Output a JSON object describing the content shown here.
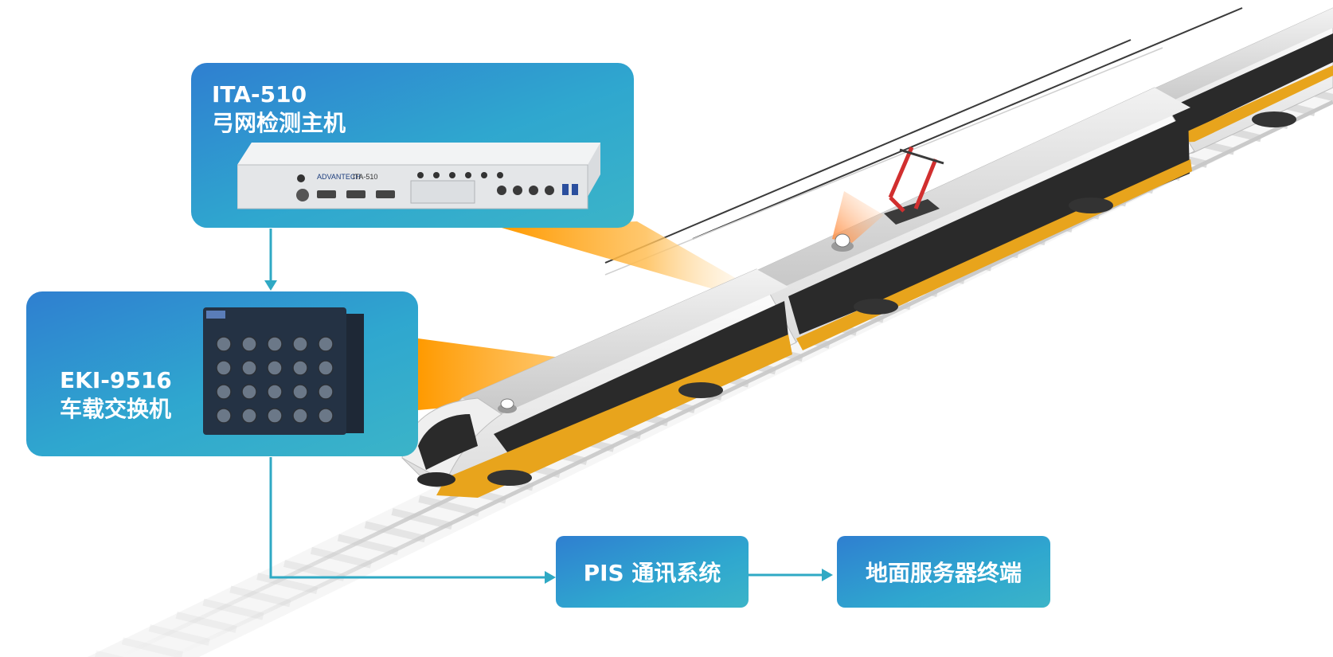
{
  "ita": {
    "model": "ITA-510",
    "name": "弓网检测主机",
    "brand": "ADVANTECH",
    "brand_model": "ITA-510"
  },
  "eki": {
    "model": "EKI-9516",
    "name": "车载交换机"
  },
  "pis": {
    "label": "PIS 通讯系统"
  },
  "ground": {
    "label": "地面服务器终端"
  },
  "colors": {
    "box_start": "#2f7fd0",
    "box_end": "#3bb4c8",
    "connector": "#2fa9c4",
    "beam": "#ffa21a",
    "train_accent": "#e8a41c"
  },
  "icons": [
    "arrow-down-icon",
    "arrow-right-icon",
    "pantograph-icon",
    "camera-icon"
  ]
}
